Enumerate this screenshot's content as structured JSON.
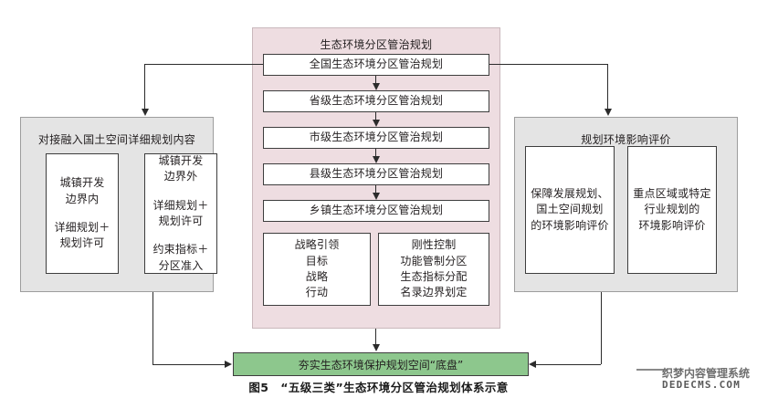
{
  "figure": {
    "caption": "图5　“五级三类”生态环境分区管治规划体系示意"
  },
  "colors": {
    "panel_pink": "#eedde1",
    "panel_gray": "#e4e4e4",
    "green_box": "#8dc78d",
    "box_border": "#3d3d3d",
    "connector": "#2b2b2b",
    "text": "#231f20"
  },
  "center_panel": {
    "title": "生态环境分区管治规划",
    "levels": [
      {
        "label": "全国生态环境分区管治规划"
      },
      {
        "label": "省级生态环境分区管治规划"
      },
      {
        "label": "市级生态环境分区管治规划"
      },
      {
        "label": "县级生态环境分区管治规划"
      },
      {
        "label": "乡镇生态环境分区管治规划"
      }
    ],
    "categories": [
      {
        "lines": [
          "战略引领",
          "目标",
          "战略",
          "行动"
        ]
      },
      {
        "lines": [
          "刚性控制",
          "功能管制分区",
          "生态指标分配",
          "名录边界划定"
        ]
      }
    ]
  },
  "left_panel": {
    "title": "对接融入国土空间详细规划内容",
    "boxes": [
      {
        "lines": [
          "城镇开发",
          "边界内",
          "",
          "详细规划＋",
          "规划许可"
        ]
      },
      {
        "lines": [
          "城镇开发",
          "边界外",
          "",
          "详细规划＋",
          "规划许可",
          "",
          "约束指标＋",
          "分区准入"
        ]
      }
    ]
  },
  "right_panel": {
    "title": "规划环境影响评价",
    "boxes": [
      {
        "lines": [
          "保障发展规划、",
          "国土空间规划",
          "的环境影响评价"
        ]
      },
      {
        "lines": [
          "重点区域或特定",
          "行业规划的",
          "环境影响评价"
        ]
      }
    ]
  },
  "outcome": {
    "label": "夯实生态环境保护规划空间“底盘”"
  },
  "watermark": {
    "cn": "织梦内容管理系统",
    "en": "DEDECMS.COM"
  }
}
